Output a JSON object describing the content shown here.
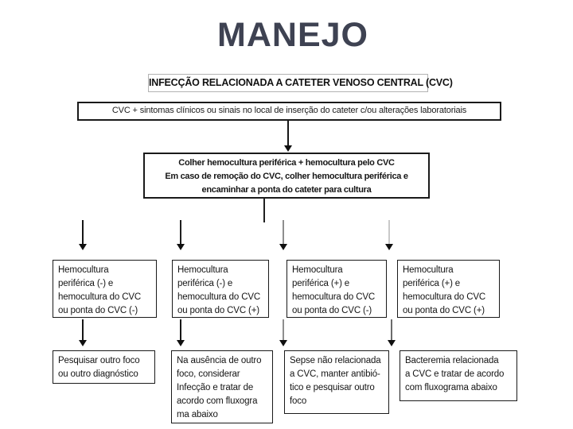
{
  "slide": {
    "title": "MANEJO",
    "subtitle": "INFECÇÃO RELACIONADA A CATETER VENOSO CENTRAL (CVC)",
    "colors": {
      "title_text": "#3e4252",
      "box_border": "#1a1a1a",
      "body_text": "#151515",
      "background": "#ffffff"
    }
  },
  "flowchart": {
    "connector_icon": "down-arrow",
    "criteria": "CVC + sintomas clínicos ou sinais no local de inserção do cateter c/ou alterações laboratoriais",
    "collection": {
      "lines": [
        "Colher hemocultura periférica + hemocultura pelo CVC",
        "Em caso de remoção do CVC, colher hemocultura periférica e",
        "encaminhar a ponta do cateter para cultura"
      ]
    },
    "results": [
      {
        "lines": [
          "Hemocultura",
          "periférica (-) e",
          "hemocultura do CVC",
          "ou ponta do CVC (-)"
        ]
      },
      {
        "lines": [
          "Hemocultura",
          "periférica (-) e",
          "hemocultura do CVC",
          "ou ponta do CVC (+)"
        ]
      },
      {
        "lines": [
          "Hemocultura",
          "periférica (+) e",
          "hemocultura do CVC",
          "ou ponta do CVC (-)"
        ]
      },
      {
        "lines": [
          "Hemocultura",
          "periférica (+) e",
          "hemocultura do CVC",
          "ou ponta do CVC (+)"
        ]
      }
    ],
    "conducts": [
      {
        "lines": [
          "Pesquisar outro foco",
          "ou outro diagnóstico"
        ]
      },
      {
        "lines": [
          "Na ausência de outro",
          "foco, considerar",
          "Infecção e tratar de",
          "acordo com fluxogra",
          "ma abaixo"
        ]
      },
      {
        "lines": [
          "Sepse não relacionada",
          "a CVC, manter antibió-",
          "tico e pesquisar outro",
          "foco"
        ]
      },
      {
        "lines": [
          "Bacteremia relacionada",
          "a CVC e tratar de acordo",
          "com fluxograma abaixo"
        ]
      }
    ]
  }
}
